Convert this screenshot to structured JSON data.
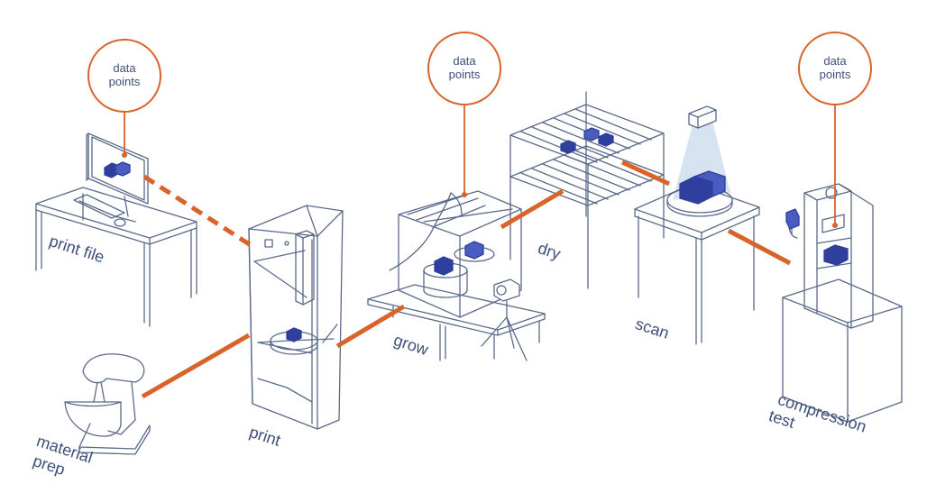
{
  "bubbles": [
    {
      "line1": "data",
      "line2": "points"
    },
    {
      "line1": "data",
      "line2": "points"
    },
    {
      "line1": "data",
      "line2": "points"
    }
  ],
  "stations": {
    "print_file": "print file",
    "print": "print",
    "material_prep_1": "material",
    "material_prep_2": "prep",
    "grow": "grow",
    "dry": "dry",
    "scan": "scan",
    "compression_1": "compression",
    "compression_2": "test"
  },
  "colors": {
    "accent": "#d9642b",
    "line": "#5a6a8a",
    "sample": "#2e3f9e",
    "light": "#a9b4c8",
    "scan_beam": "#d6e3f1"
  }
}
